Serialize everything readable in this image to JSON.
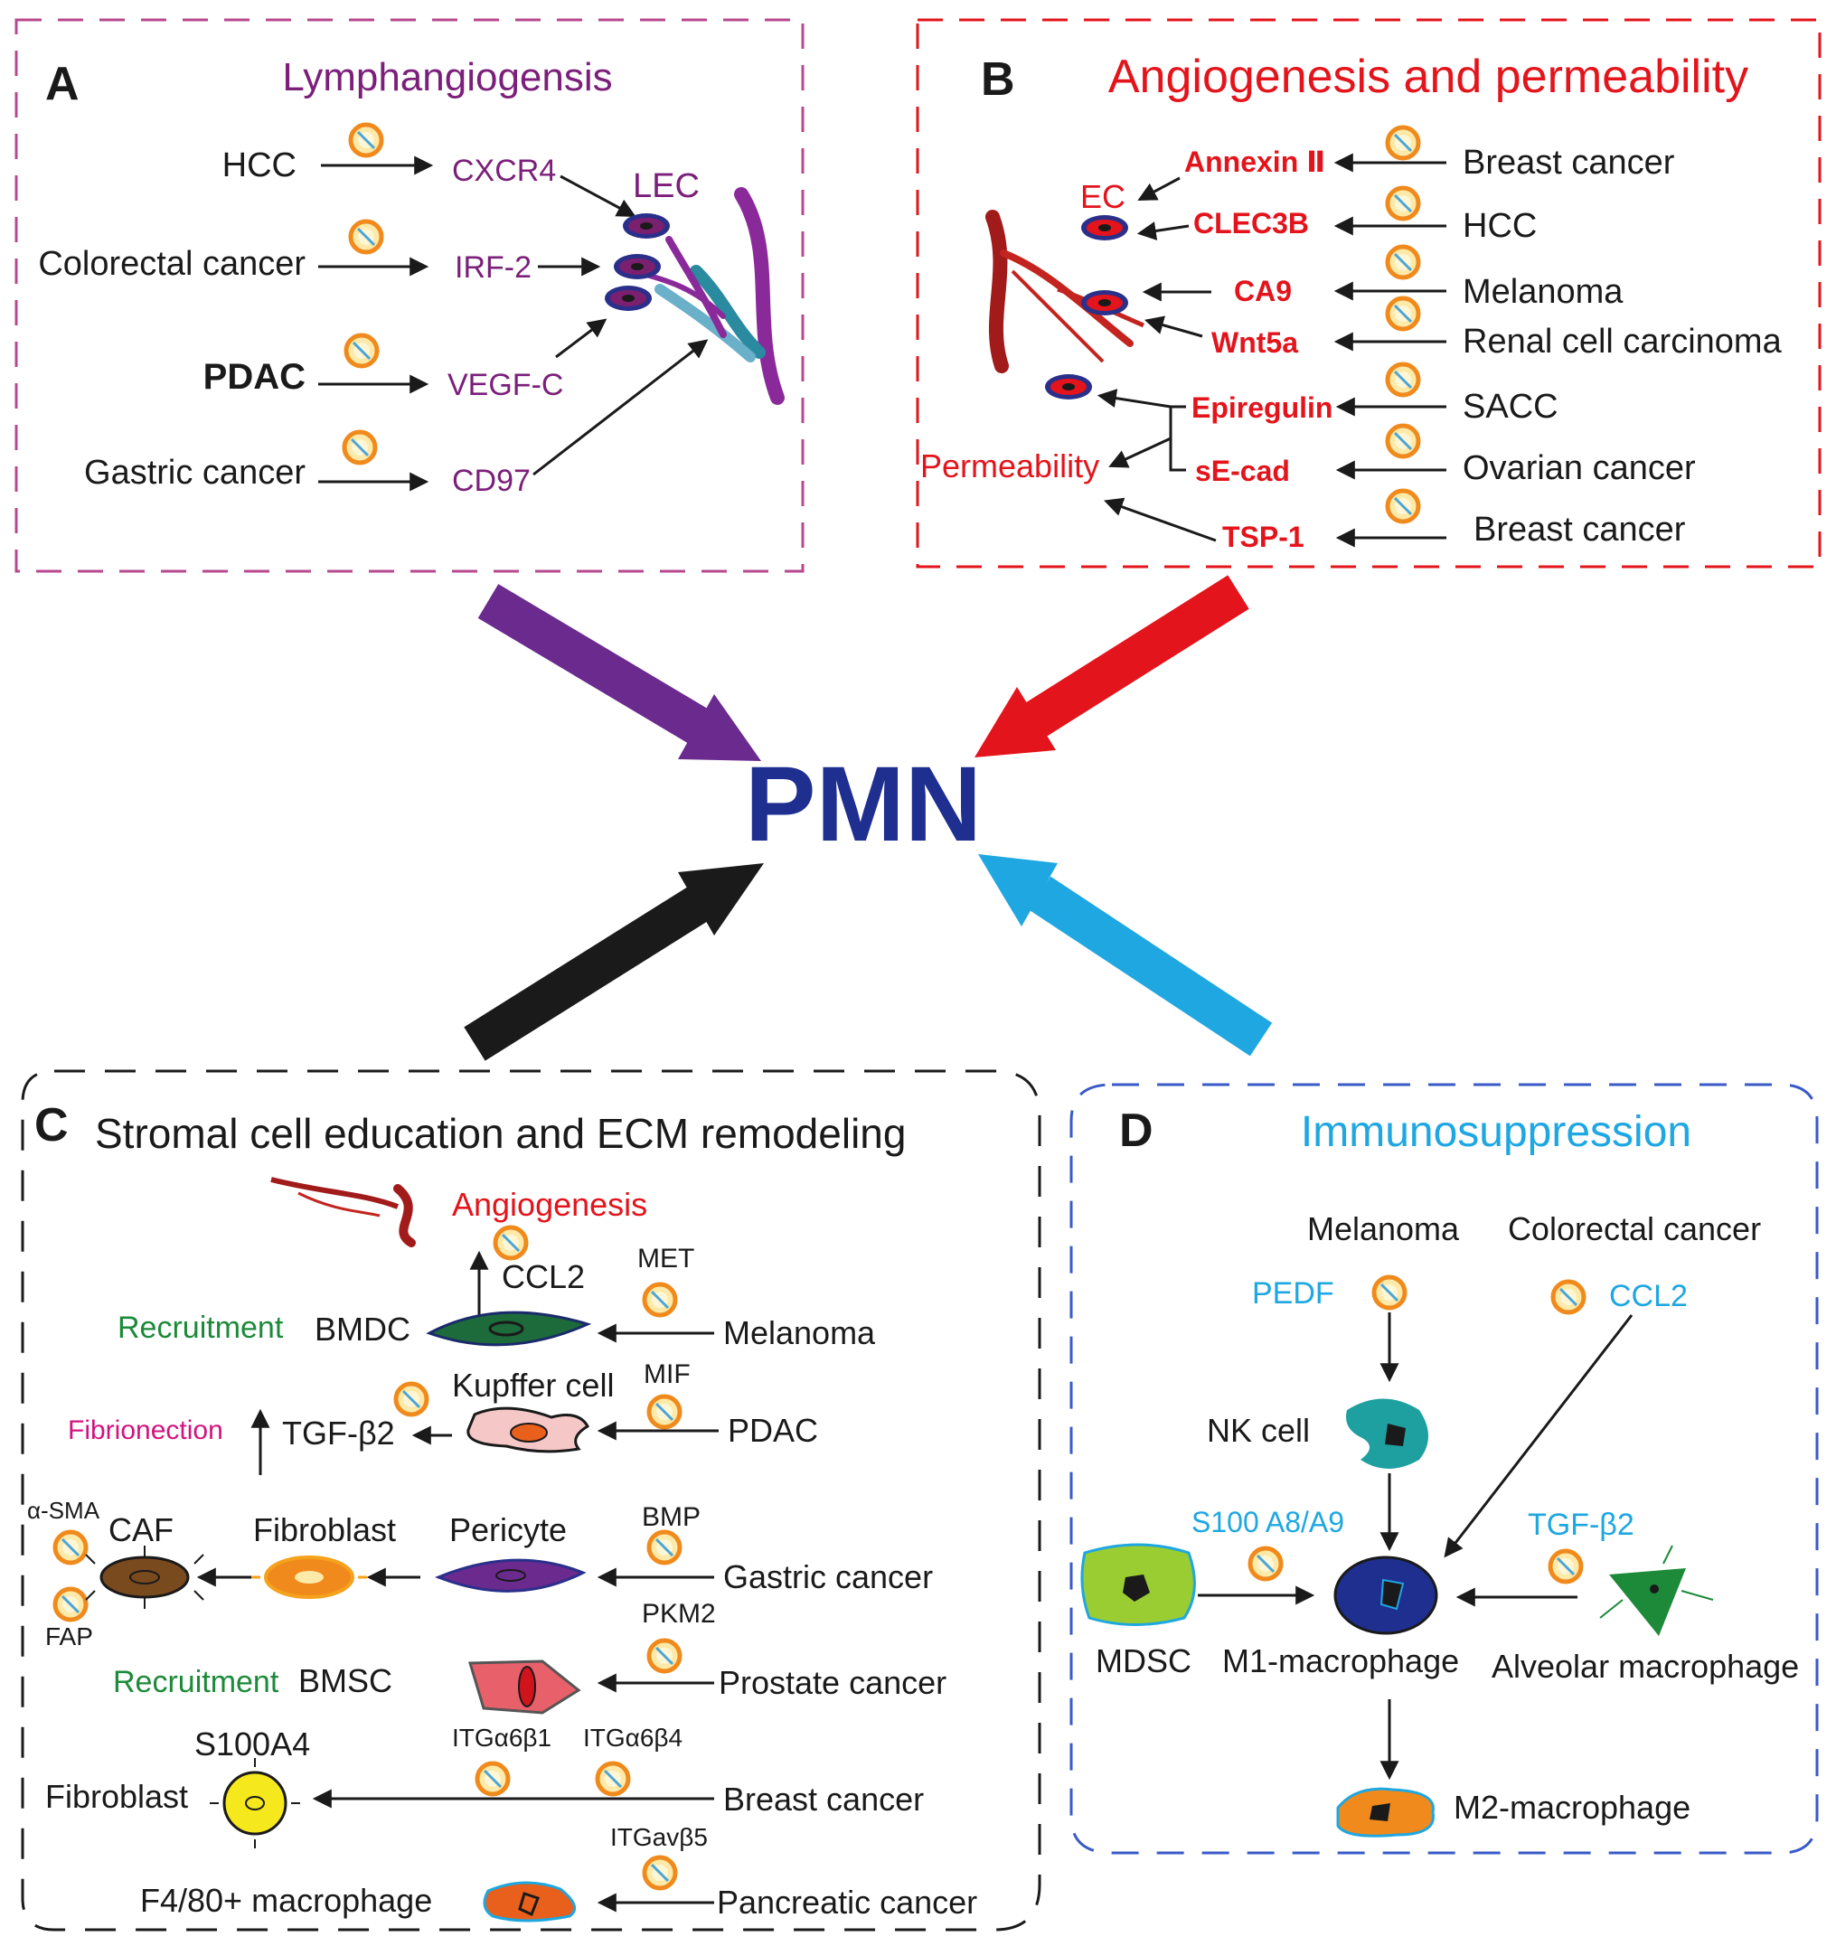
{
  "colors": {
    "purple": "#7b1f7a",
    "red": "#e3141b",
    "navy": "#1f2f8f",
    "cyan": "#1ea7e1",
    "green": "#1d8a3a",
    "magenta": "#d2137f",
    "black": "#1a1a1a",
    "arrow_purple": "#6a2a8e",
    "arrow_red": "#e3141b",
    "arrow_black": "#1a1a1a",
    "arrow_cyan": "#1ea7e1"
  },
  "center": {
    "label": "PMN"
  },
  "panelA": {
    "letter": "A",
    "title": "Lymphangiogensis",
    "target": "LEC",
    "rows": [
      {
        "source": "HCC",
        "factor": "CXCR4"
      },
      {
        "source": "Colorectal cancer",
        "factor": "IRF-2"
      },
      {
        "source": "PDAC",
        "factor": "VEGF-C"
      },
      {
        "source": "Gastric cancer",
        "factor": "CD97"
      }
    ]
  },
  "panelB": {
    "letter": "B",
    "title": "Angiogenesis and permeability",
    "ec_label": "EC",
    "permeability_label": "Permeability",
    "rows": [
      {
        "factor": "Annexin Ⅱ",
        "source": "Breast cancer"
      },
      {
        "factor": "CLEC3B",
        "source": "HCC"
      },
      {
        "factor": "CA9",
        "source": "Melanoma"
      },
      {
        "factor": "Wnt5a",
        "source": "Renal cell carcinoma"
      },
      {
        "factor": "Epiregulin",
        "source": "SACC"
      },
      {
        "factor": "sE-cad",
        "source": "Ovarian cancer"
      },
      {
        "factor": "TSP-1",
        "source": "Breast cancer"
      }
    ]
  },
  "panelC": {
    "letter": "C",
    "title": "Stromal cell education and ECM remodeling",
    "angiogenesis": "Angiogenesis",
    "ccl2": "CCL2",
    "recruitment": "Recruitment",
    "bmdc": "BMDC",
    "met": "MET",
    "melanoma": "Melanoma",
    "kupffer": "Kupffer cell",
    "mif": "MIF",
    "pdac": "PDAC",
    "fibronection": "Fibrionection",
    "tgfb2": "TGF-β2",
    "asma": "α-SMA",
    "caf": "CAF",
    "fap": "FAP",
    "fibroblast": "Fibroblast",
    "pericyte": "Pericyte",
    "bmp": "BMP",
    "gastric": "Gastric cancer",
    "pkm2": "PKM2",
    "bmsc": "BMSC",
    "prostate": "Prostate cancer",
    "s100a4": "S100A4",
    "itg1": "ITGα6β1",
    "itg2": "ITGα6β4",
    "fibroblast2": "Fibroblast",
    "breast": "Breast cancer",
    "itg3": "ITGavβ5",
    "f480": "F4/80+ macrophage",
    "pancreatic": "Pancreatic cancer"
  },
  "panelD": {
    "letter": "D",
    "title": "Immunosuppression",
    "melanoma": "Melanoma",
    "colorectal": "Colorectal cancer",
    "pedf": "PEDF",
    "ccl2": "CCL2",
    "nk": "NK cell",
    "s100": "S100 A8/A9",
    "tgfb2": "TGF-β2",
    "mdsc": "MDSC",
    "m1": "M1-macrophage",
    "alveolar": "Alveolar macrophage",
    "m2": "M2-macrophage"
  }
}
